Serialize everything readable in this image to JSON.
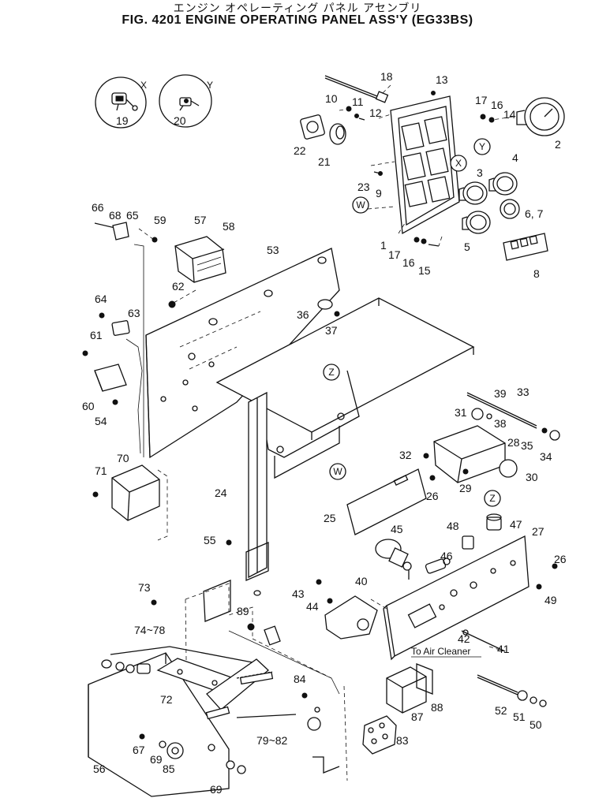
{
  "header": {
    "title_jp": "エンジン オペレーティング パネル アセンブリ",
    "title_en": "FIG. 4201  ENGINE OPERATING PANEL ASS'Y (EG33BS)"
  },
  "annotations": {
    "air_cleaner": "To Air Cleaner"
  },
  "callouts": {
    "X": "X",
    "Y": "Y",
    "Z": "Z",
    "W": "W"
  },
  "part_labels": {
    "p1": "1",
    "p2": "2",
    "p3": "3",
    "p4": "4",
    "p5": "5",
    "p67b": "6, 7",
    "p8": "8",
    "p9": "9",
    "p10": "10",
    "p11": "11",
    "p12": "12",
    "p13": "13",
    "p14": "14",
    "p15": "15",
    "p16a": "16",
    "p16b": "16",
    "p17a": "17",
    "p17b": "17",
    "p18": "18",
    "p19": "19",
    "p20": "20",
    "p21": "21",
    "p22": "22",
    "p23": "23",
    "p24": "24",
    "p25": "25",
    "p26a": "26",
    "p26b": "26",
    "p27": "27",
    "p28": "28",
    "p29": "29",
    "p30": "30",
    "p31": "31",
    "p32": "32",
    "p33": "33",
    "p34": "34",
    "p35": "35",
    "p36": "36",
    "p37": "37",
    "p38": "38",
    "p39": "39",
    "p40": "40",
    "p41": "41",
    "p42": "42",
    "p43": "43",
    "p44": "44",
    "p45": "45",
    "p46": "46",
    "p47": "47",
    "p48": "48",
    "p49": "49",
    "p50": "50",
    "p51": "51",
    "p52": "52",
    "p53": "53",
    "p54": "54",
    "p55": "55",
    "p56": "56",
    "p57": "57",
    "p58": "58",
    "p59": "59",
    "p60": "60",
    "p61": "61",
    "p62": "62",
    "p63": "63",
    "p64": "64",
    "p65": "65",
    "p66": "66",
    "p67": "67",
    "p68": "68",
    "p69a": "69",
    "p69b": "69",
    "p70": "70",
    "p71": "71",
    "p72": "72",
    "p73": "73",
    "p7478": "74~78",
    "p7982": "79~82",
    "p83": "83",
    "p84": "84",
    "p85": "85",
    "p87": "87",
    "p88": "88",
    "p89": "89"
  }
}
